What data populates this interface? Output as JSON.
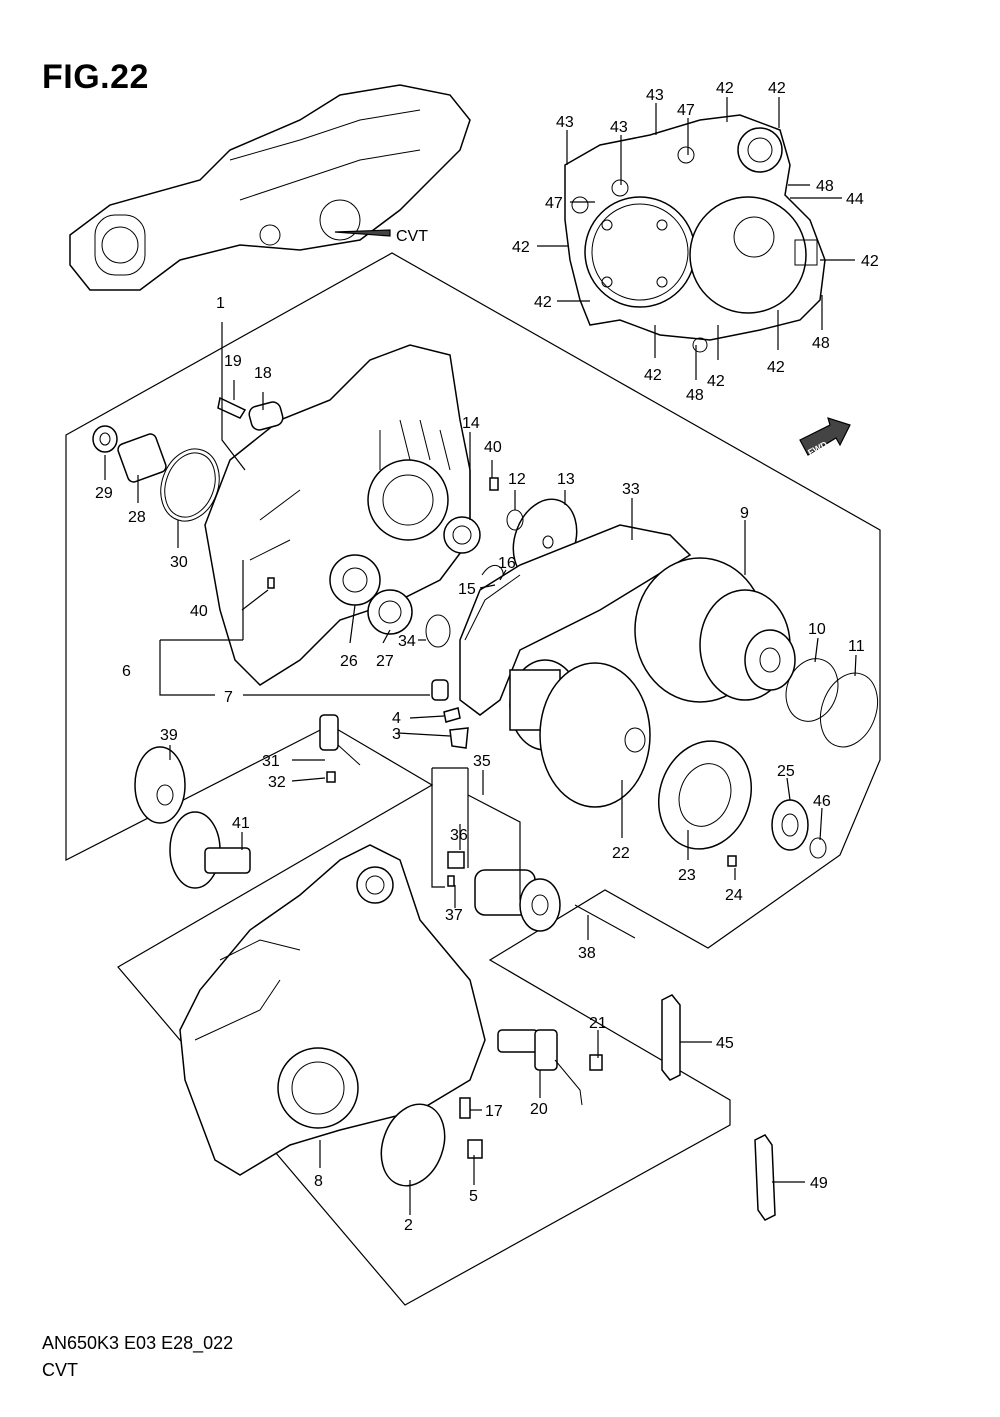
{
  "figure": {
    "title": "FIG.22"
  },
  "footer": {
    "code": "AN650K3 E03 E28_022",
    "name": "CVT"
  },
  "overview": {
    "cvt_label": "CVT",
    "fwd_label": "FWD"
  },
  "callouts": [
    "1",
    "2",
    "3",
    "4",
    "5",
    "6",
    "7",
    "8",
    "9",
    "10",
    "11",
    "12",
    "13",
    "14",
    "15",
    "16",
    "17",
    "18",
    "19",
    "20",
    "21",
    "22",
    "23",
    "24",
    "25",
    "26",
    "27",
    "28",
    "29",
    "30",
    "31",
    "32",
    "33",
    "34",
    "35",
    "36",
    "37",
    "38",
    "39",
    "40",
    "40",
    "41",
    "42",
    "42",
    "42",
    "42",
    "42",
    "42",
    "42",
    "42",
    "43",
    "43",
    "43",
    "44",
    "45",
    "46",
    "47",
    "47",
    "48",
    "48",
    "48",
    "49"
  ]
}
